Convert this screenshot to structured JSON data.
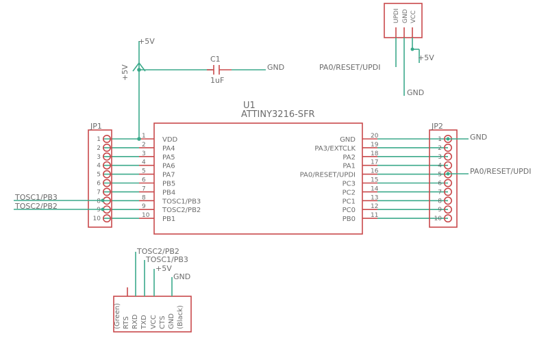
{
  "power": {
    "vcc_label": "+5V",
    "vcc_label_rot": "+5V",
    "gnd_label": "GND",
    "cap_name": "C1",
    "cap_value": "1uF"
  },
  "updi_header": {
    "pins": [
      "UPDI",
      "GND",
      "VCC"
    ],
    "net_updi": "PA0/RESET/UPDI",
    "net_gnd": "GND",
    "net_vcc": "+5V"
  },
  "u1": {
    "name": "U1",
    "part": "ATTINY3216-SFR",
    "left_pins": [
      {
        "num": "1",
        "name": "VDD"
      },
      {
        "num": "2",
        "name": "PA4"
      },
      {
        "num": "3",
        "name": "PA5"
      },
      {
        "num": "4",
        "name": "PA6"
      },
      {
        "num": "5",
        "name": "PA7"
      },
      {
        "num": "6",
        "name": "PB5"
      },
      {
        "num": "7",
        "name": "PB4"
      },
      {
        "num": "8",
        "name": "TOSC1/PB3"
      },
      {
        "num": "9",
        "name": "TOSC2/PB2"
      },
      {
        "num": "10",
        "name": "PB1"
      }
    ],
    "right_pins": [
      {
        "num": "20",
        "name": "GND"
      },
      {
        "num": "19",
        "name": "PA3/EXTCLK"
      },
      {
        "num": "18",
        "name": "PA2"
      },
      {
        "num": "17",
        "name": "PA1"
      },
      {
        "num": "16",
        "name": "PA0/RESET/UPDI"
      },
      {
        "num": "15",
        "name": "PC3"
      },
      {
        "num": "14",
        "name": "PC2"
      },
      {
        "num": "13",
        "name": "PC1"
      },
      {
        "num": "12",
        "name": "PC0"
      },
      {
        "num": "11",
        "name": "PB0"
      }
    ]
  },
  "jp1": {
    "name": "JP1",
    "pin_numbers": [
      "1",
      "2",
      "3",
      "4",
      "5",
      "6",
      "7",
      "8",
      "9",
      "10"
    ],
    "net_tosc1": "TOSC1/PB3",
    "net_tosc2": "TOSC2/PB2"
  },
  "jp2": {
    "name": "JP2",
    "pin_numbers": [
      "1",
      "2",
      "3",
      "4",
      "5",
      "6",
      "7",
      "8",
      "9",
      "10"
    ],
    "net_gnd": "GND",
    "net_updi": "PA0/RESET/UPDI"
  },
  "ftdi": {
    "pins": [
      "(Green)",
      "RTS",
      "RXD",
      "TXD",
      "VCC",
      "CTS",
      "GND",
      "(Black)"
    ],
    "net_tosc2": "TOSC2/PB2",
    "net_tosc1": "TOSC1/PB3",
    "net_vcc": "+5V",
    "net_gnd": "GND"
  },
  "colors": {
    "symbol": "#c8484a",
    "wire": "#3aa98a",
    "text": "#6b6b6b"
  }
}
